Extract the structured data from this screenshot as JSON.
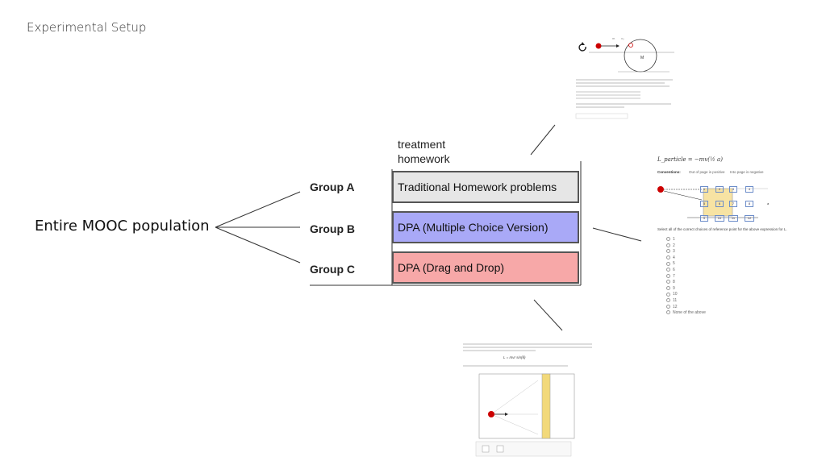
{
  "slide_title": "Experimental Setup",
  "population_label": "Entire MOOC population",
  "treatment_header": {
    "line1": "treatment",
    "line2": "homework"
  },
  "groups": [
    {
      "label": "Group A",
      "treatment": "Traditional Homework problems",
      "color": "#e6e6e6"
    },
    {
      "label": "Group B",
      "treatment": "DPA (Multiple Choice Version)",
      "color": "#a9a9f7"
    },
    {
      "label": "Group C",
      "treatment": "DPA (Drag and Drop)",
      "color": "#f7a8a8"
    }
  ],
  "thumb_top": {
    "m_label": "m",
    "v0_label": "v₀",
    "M_label": "M"
  },
  "thumb_right": {
    "equation": "L_particle = −mv(½ a)",
    "conventions_label": "Conventions:",
    "out_of_page": "Out of page is positive",
    "into_page": "Into page is negative",
    "grid_numbers": [
      "1",
      "2",
      "3",
      "4",
      "5",
      "6",
      "7",
      "8",
      "9",
      "10",
      "11",
      "12"
    ],
    "dim_a": "a",
    "question": "Select all of the correct choices of reference point for the above expression for L.",
    "options": [
      "1",
      "2",
      "3",
      "4",
      "5",
      "6",
      "7",
      "8",
      "9",
      "10",
      "11",
      "12",
      "None of the above"
    ]
  },
  "thumb_bottom": {
    "formula": "L = mvr sin(θ)"
  }
}
